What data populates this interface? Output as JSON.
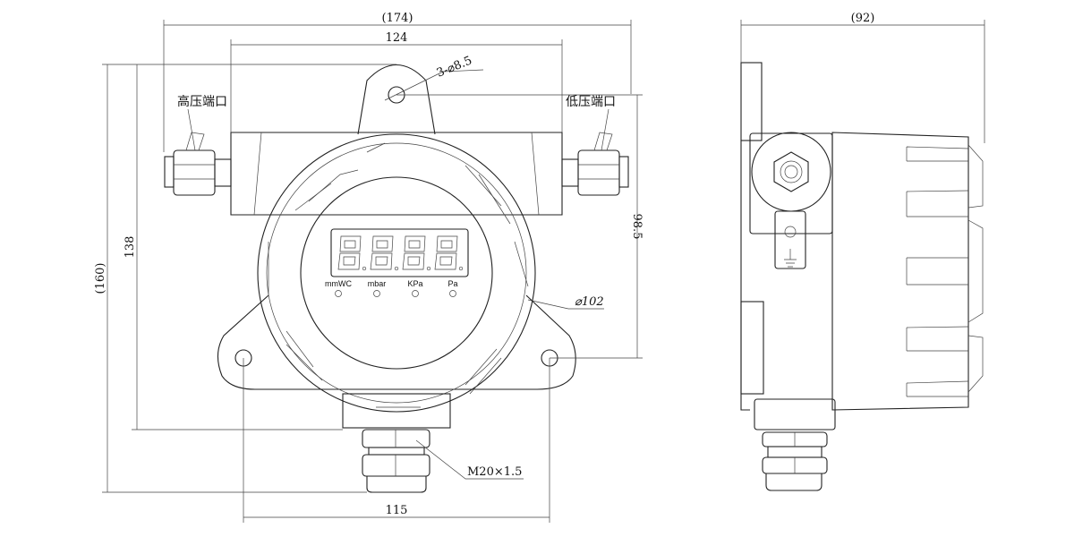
{
  "dimensions": {
    "overall_width": "(174)",
    "flange_width": "124",
    "mount_holes": "3-⌀8.5",
    "overall_height": "(160)",
    "body_height": "138",
    "hole_offset": "98.5",
    "cover_diameter": "⌀102",
    "cable_thread": "M20×1.5",
    "hole_spacing": "115",
    "depth": "(92)"
  },
  "ports": {
    "high": "高压端口",
    "low": "低压端口"
  },
  "display": {
    "units": [
      "mmWC",
      "mbar",
      "KPa",
      "Pa"
    ]
  }
}
